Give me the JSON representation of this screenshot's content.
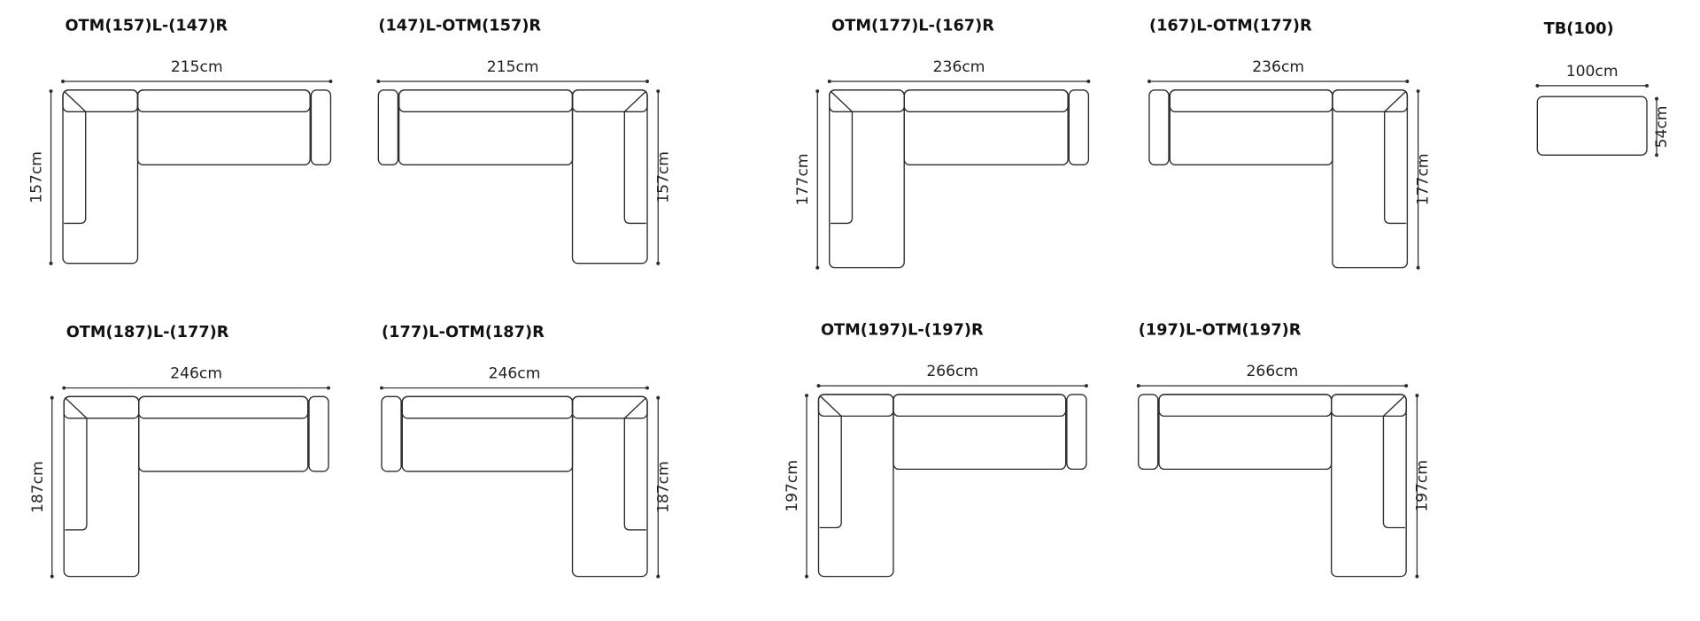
{
  "configurations": [
    {
      "title": "OTM(157)L-(147)R",
      "width_label": "215cm",
      "depth_label": "157cm",
      "chaise_side": "left"
    },
    {
      "title": "(147)L-OTM(157)R",
      "width_label": "215cm",
      "depth_label": "157cm",
      "chaise_side": "right"
    },
    {
      "title": "OTM(177)L-(167)R",
      "width_label": "236cm",
      "depth_label": "177cm",
      "chaise_side": "left"
    },
    {
      "title": "(167)L-OTM(177)R",
      "width_label": "236cm",
      "depth_label": "177cm",
      "chaise_side": "right"
    },
    {
      "title": "OTM(187)L-(177)R",
      "width_label": "246cm",
      "depth_label": "187cm",
      "chaise_side": "left"
    },
    {
      "title": "(177)L-OTM(187)R",
      "width_label": "246cm",
      "depth_label": "187cm",
      "chaise_side": "right"
    },
    {
      "title": "OTM(197)L-(197)R",
      "width_label": "266cm",
      "depth_label": "197cm",
      "chaise_side": "left"
    },
    {
      "title": "(197)L-OTM(197)R",
      "width_label": "266cm",
      "depth_label": "197cm",
      "chaise_side": "right"
    }
  ],
  "table": {
    "title": "TB(100)",
    "width_label": "100cm",
    "depth_label": "54cm"
  },
  "colors": {
    "stroke": "#2a2a2a",
    "background": "#ffffff"
  }
}
